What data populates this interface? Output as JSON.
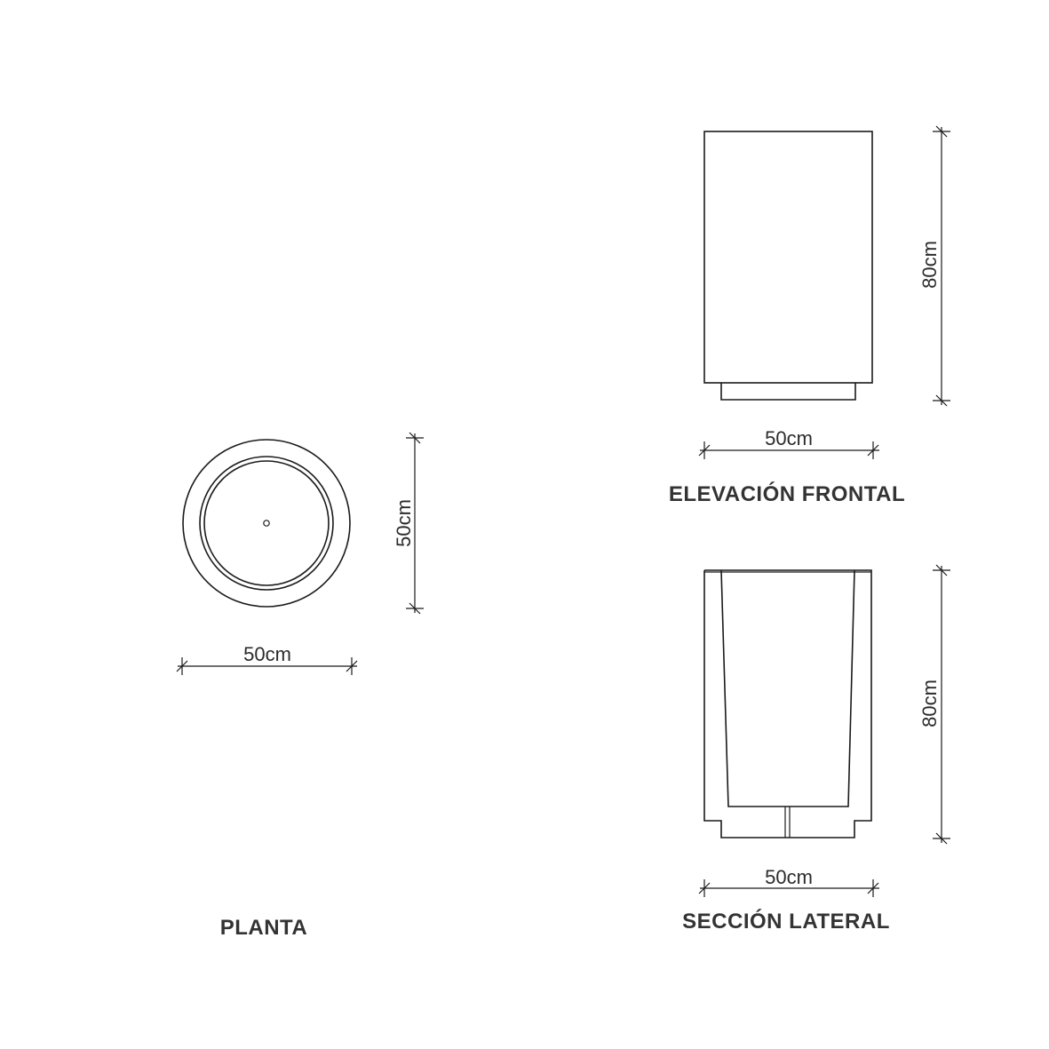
{
  "views": {
    "plan": {
      "title": "PLANTA",
      "width_label": "50cm",
      "depth_label": "50cm"
    },
    "front_elevation": {
      "title": "ELEVACIÓN FRONTAL",
      "width_label": "50cm",
      "height_label": "80cm"
    },
    "side_section": {
      "title": "SECCIÓN LATERAL",
      "width_label": "50cm",
      "height_label": "80cm"
    }
  }
}
